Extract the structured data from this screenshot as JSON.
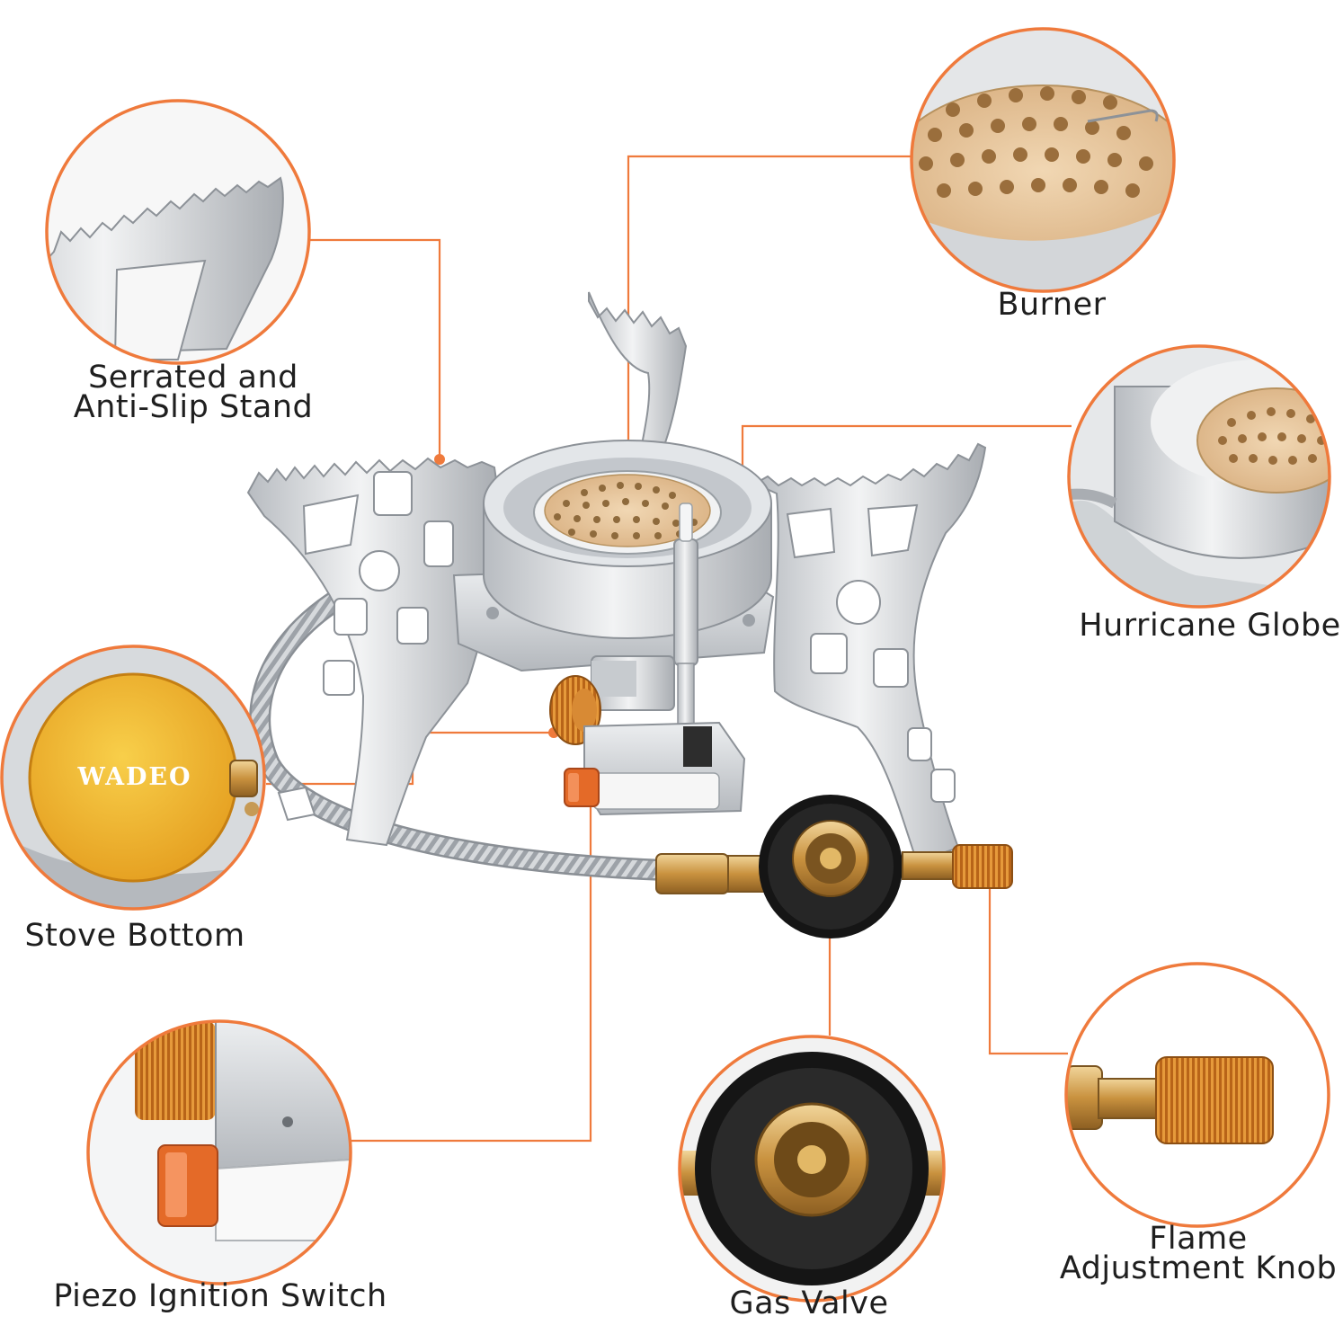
{
  "brand": "WADEO",
  "colors": {
    "callout_orange": "#ef7a3c",
    "steel": "#c9ccd0",
    "brass": "#d9a14c",
    "knob_orange": "#e88a2a",
    "burner_plate": "#e9c9a0",
    "cap_yellow": "#f4b62a"
  },
  "labels": {
    "serrated_line1": "Serrated and",
    "serrated_line2": "Anti-Slip Stand",
    "burner": "Burner",
    "hurricane": "Hurricane Globe",
    "stove_bottom": "Stove Bottom",
    "piezo": "Piezo Ignition Switch",
    "gas_valve": "Gas Valve",
    "flame_line1": "Flame",
    "flame_line2": "Adjustment Knob"
  }
}
